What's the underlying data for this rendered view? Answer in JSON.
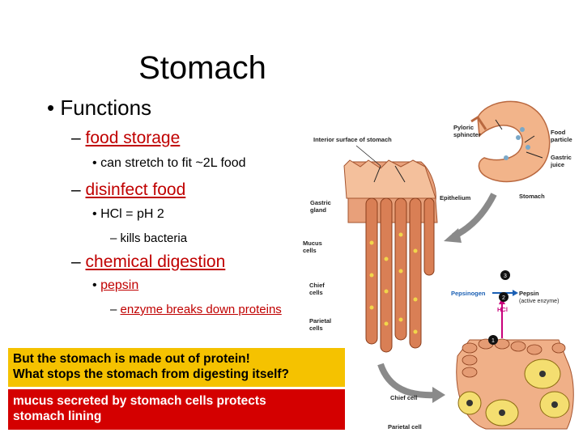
{
  "slide": {
    "title": "Stomach",
    "bullet_functions": "• Functions",
    "dash": "–",
    "dot": "•",
    "food_storage": "food storage",
    "stretch": "can stretch to fit ~2L food",
    "disinfect": "disinfect food",
    "hcl": "HCl = pH 2",
    "kills": "– kills bacteria",
    "chem_dig": "chemical digestion",
    "pepsin": "pepsin",
    "enzyme": "enzyme breaks down proteins",
    "question_line1": "But the stomach is made out of protein!",
    "question_line2": "What stops the stomach from digesting itself?",
    "answer_line1": "mucus secreted by stomach cells protects",
    "answer_line2": "stomach lining"
  },
  "figure": {
    "interior_surface": "Interior surface of stomach",
    "pyloric_1": "Pyloric",
    "pyloric_2": "sphincter",
    "food_1": "Food",
    "food_2": "particle",
    "gastric_juice_1": "Gastric",
    "gastric_juice_2": "juice",
    "epithelium": "Epithelium",
    "stomach": "Stomach",
    "gastric_gland_1": "Gastric",
    "gastric_gland_2": "gland",
    "mucus_1": "Mucus",
    "mucus_2": "cells",
    "chief_1": "Chief",
    "chief_2": "cells",
    "parietal_1": "Parietal",
    "parietal_2": "cells",
    "pepsinogen": "Pepsinogen",
    "pepsin": "Pepsin",
    "active_enzyme": "(active enzyme)",
    "hcl": "HCl",
    "step1": "1",
    "step2": "2",
    "step3": "3",
    "chief_cell": "Chief cell",
    "parietal_cell": "Parietal cell"
  },
  "colors": {
    "question_bg": "#f5c200",
    "answer_bg": "#d40000",
    "link_red": "#c00000",
    "tissue": "#e8a07a"
  }
}
